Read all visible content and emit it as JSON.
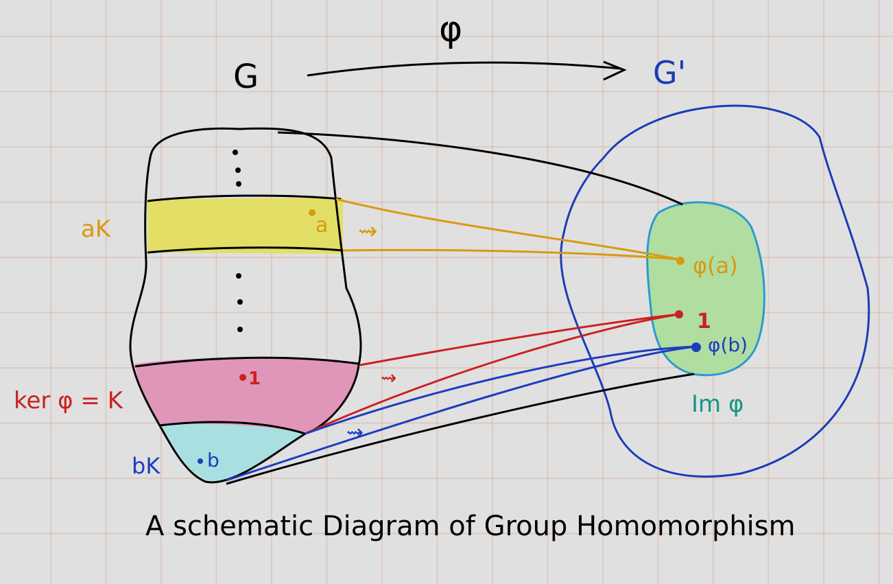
{
  "title_map": "φ",
  "domain_group": "G",
  "codomain_group": "G'",
  "coset_a": "aK",
  "element_a": "a",
  "image_a": "φ(a)",
  "identity_domain": "1",
  "identity_codomain": "1",
  "image_b": "φ(b)",
  "kernel_label": "ker φ = K",
  "coset_b": "bK",
  "element_b": "b",
  "image_label": "Im φ",
  "squiggle_arrow": "⇝",
  "caption": "A schematic Diagram of Group Homomorphism",
  "colors": {
    "ink": "#000000",
    "coset_a": "#d89a10",
    "coset_a_fill": "#e3df66",
    "kernel": "#cc2020",
    "kernel_fill": "#e096b8",
    "coset_b": "#1d3cc0",
    "coset_b_fill": "#a9dfe0",
    "codomain": "#1a3cb8",
    "image_fill": "#b0dea0",
    "image_outline": "#2a9ad0",
    "image_label": "#14958a"
  }
}
